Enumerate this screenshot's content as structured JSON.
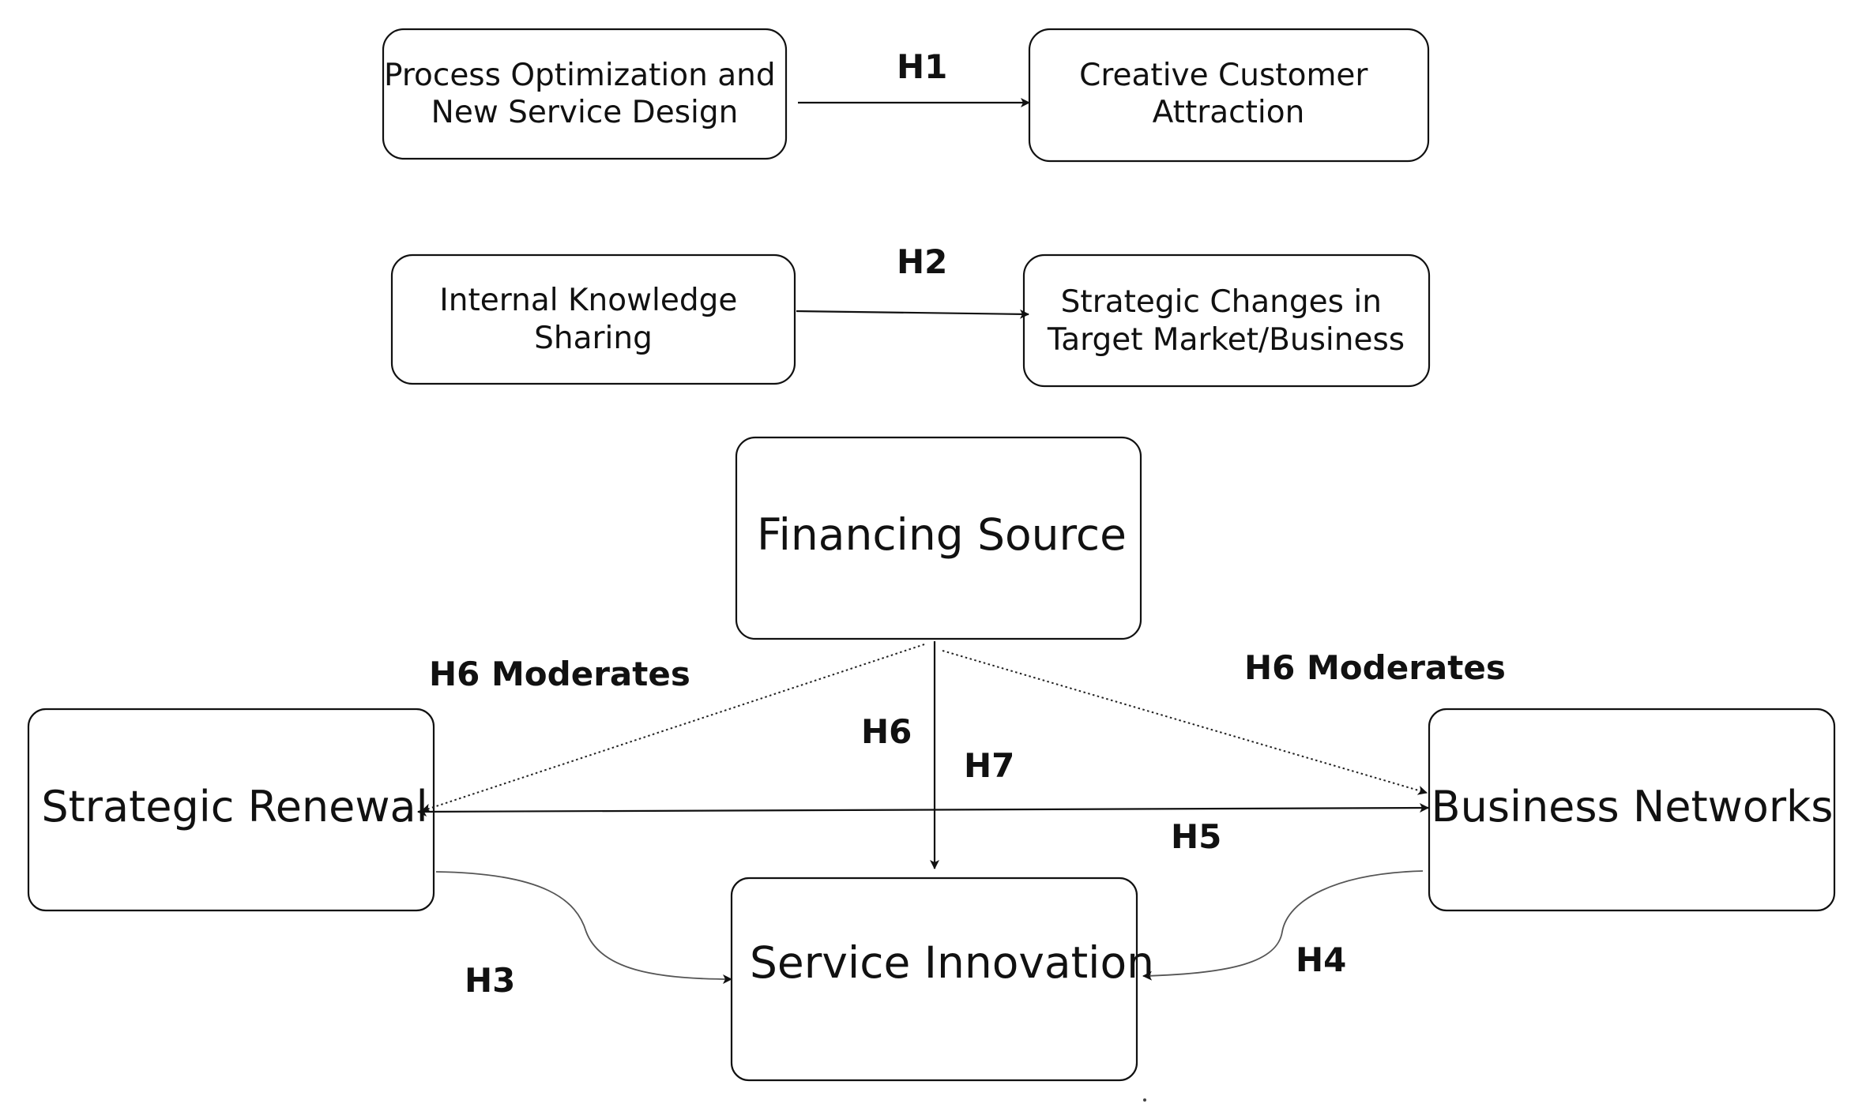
{
  "nodes": {
    "process_optimization": [
      "Process Optimization and",
      "New Service Design"
    ],
    "creative_customer": [
      "Creative  Customer",
      "Attraction"
    ],
    "internal_knowledge": [
      "Internal  Knowledge",
      "Sharing"
    ],
    "strategic_changes": [
      "Strategic  Changes  in",
      "Target Market/Business"
    ],
    "financing_source": [
      "Financing  Source"
    ],
    "strategic_renewal": [
      "Strategic  Renewal"
    ],
    "business_networks": [
      "Business Networks"
    ],
    "service_innovation": [
      "Service  Innovation"
    ]
  },
  "labels": {
    "h1": "H1",
    "h2": "H2",
    "h3": "H3",
    "h4": "H4",
    "h5": "H5",
    "h6": "H6",
    "h7": "H7",
    "h6_moderates_left": "H6 Moderates",
    "h6_moderates_right": "H6 Moderates"
  }
}
